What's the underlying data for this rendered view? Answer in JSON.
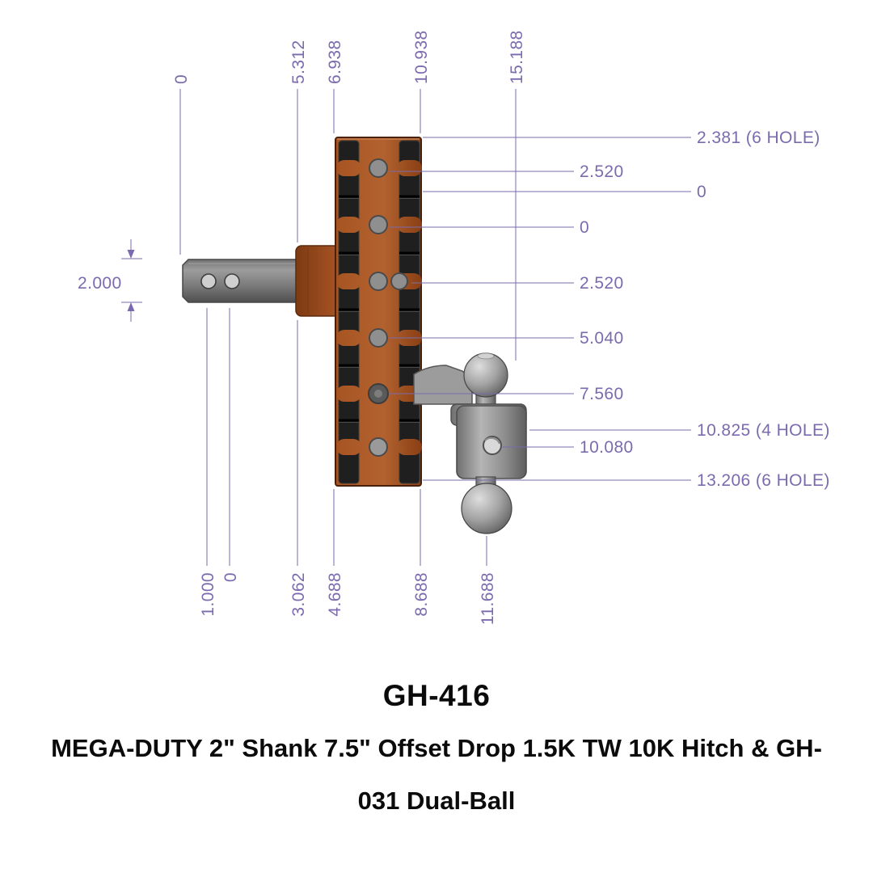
{
  "product": {
    "model": "GH-416",
    "title_line1": "MEGA-DUTY 2\" Shank 7.5\" Offset Drop 1.5K TW 10K Hitch & GH-",
    "title_line2": "031 Dual-Ball"
  },
  "drawing": {
    "dims_top": [
      "0",
      "5.312",
      "6.938",
      "10.938",
      "15.188"
    ],
    "dims_bottom": [
      "1.000",
      "0",
      "3.062",
      "4.688",
      "8.688",
      "11.688"
    ],
    "dims_right": [
      "2.381 (6 HOLE)",
      "2.520",
      "0",
      "0",
      "2.520",
      "5.040",
      "7.560",
      "10.825 (4 HOLE)",
      "10.080",
      "13.206 (6 HOLE)"
    ],
    "dims_left": [
      "2.000"
    ],
    "colors": {
      "dimension": "#7b6bae",
      "bracket_orange": "#a85524",
      "rib_black": "#1f1f1f",
      "steel_gray": "#8a8a8a",
      "title_black": "#0b0b0b"
    }
  }
}
